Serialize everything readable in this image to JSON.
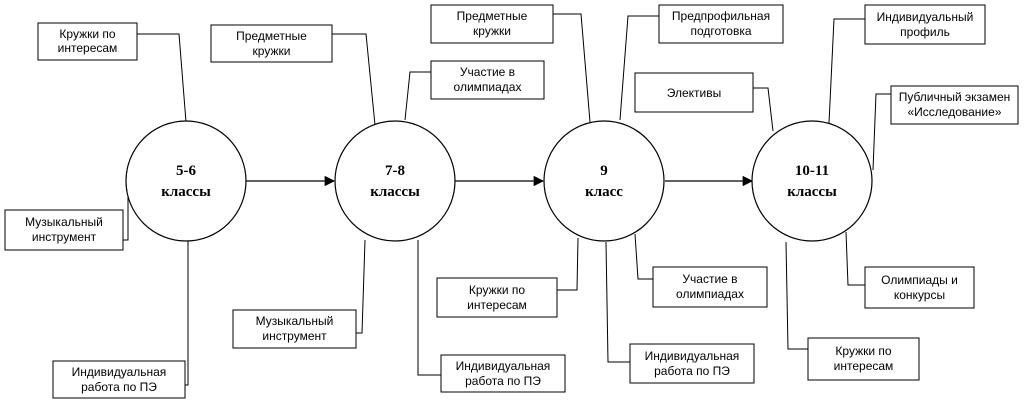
{
  "stages": [
    {
      "line1": "5-6",
      "line2": "классы"
    },
    {
      "line1": "7-8",
      "line2": "классы"
    },
    {
      "line1": "9",
      "line2": "класс"
    },
    {
      "line1": "10-11",
      "line2": "классы"
    }
  ],
  "activities": {
    "s1_top": [
      "Кружки по",
      "интересам"
    ],
    "s1_left": [
      "Музыкальный",
      "инструмент"
    ],
    "s1_bottom": [
      "Индивидуальная",
      "работа по ПЭ"
    ],
    "s2_top_left": [
      "Предметные",
      "кружки"
    ],
    "s2_top_right": [
      "Участие в",
      "олимпиадах"
    ],
    "s2_bottom_left": [
      "Музыкальный",
      "инструмент"
    ],
    "s2_bottom_right": [
      "Индивидуальная",
      "работа по ПЭ"
    ],
    "s3_top_left": [
      "Предметные",
      "кружки"
    ],
    "s3_top_right": [
      "Предпрофильная",
      "подготовка"
    ],
    "s3_bottom_left": [
      "Кружки по",
      "интересам"
    ],
    "s3_bottom_right": [
      "Участие в",
      "олимпиадах"
    ],
    "s3_bottom": [
      "Индивидуальная",
      "работа по ПЭ"
    ],
    "s4_left": [
      "Элективы"
    ],
    "s4_top": [
      "Индивидуальный",
      "профиль"
    ],
    "s4_right_top": [
      "Публичный экзамен",
      "«Исследование»"
    ],
    "s4_right_bottom": [
      "Олимпиады и",
      "конкурсы"
    ],
    "s4_bottom": [
      "Кружки по",
      "интересам"
    ]
  }
}
